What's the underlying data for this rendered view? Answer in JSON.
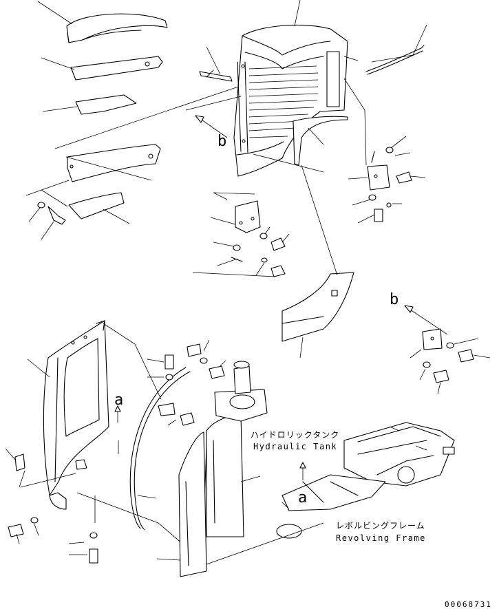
{
  "labels": {
    "hydraulic_tank_jp": "ハイドロリックタンク",
    "hydraulic_tank_en": "Hydraulic Tank",
    "revolving_frame_jp": "レボルビングフレーム",
    "revolving_frame_en": "Revolving Frame",
    "view_b": "b",
    "view_a": "a",
    "drawing_number": "00068731"
  }
}
